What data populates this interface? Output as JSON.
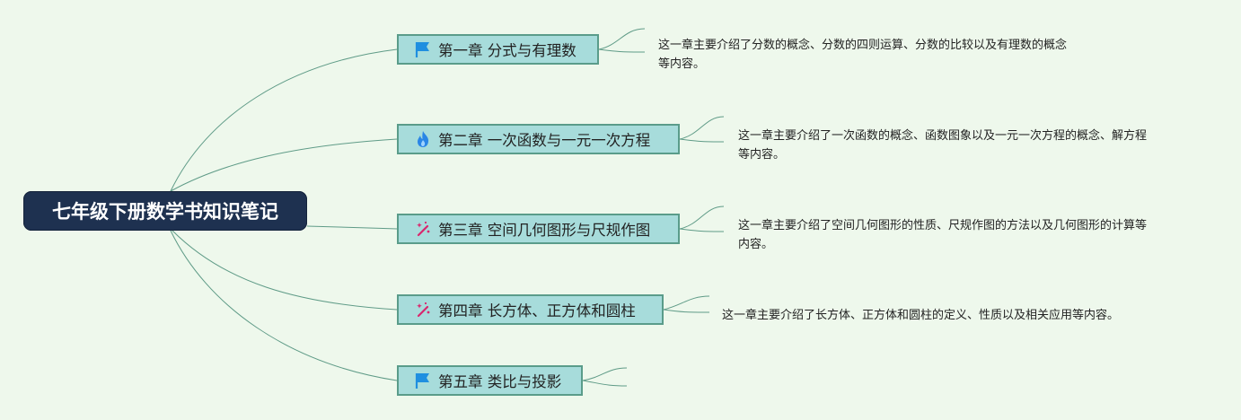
{
  "root": {
    "title": "七年级下册数学书知识笔记"
  },
  "chapters": [
    {
      "label": "第一章 分式与有理数",
      "icon": "flag-icon",
      "description": [
        "这一章主要介绍了分数的概念、分数的四则运算、分数的比较以及有理数的概念",
        "等内容。"
      ]
    },
    {
      "label": "第二章 一次函数与一元一次方程",
      "icon": "fire-icon",
      "description": [
        "这一章主要介绍了一次函数的概念、函数图象以及一元一次方程的概念、解方程",
        "等内容。"
      ]
    },
    {
      "label": "第三章 空间几何图形与尺规作图",
      "icon": "sparkle-wand-icon",
      "description": [
        "这一章主要介绍了空间几何图形的性质、尺规作图的方法以及几何图形的计算等",
        "内容。"
      ]
    },
    {
      "label": "第四章 长方体、正方体和圆柱",
      "icon": "sparkle-wand-icon",
      "description": [
        "这一章主要介绍了长方体、正方体和圆柱的定义、性质以及相关应用等内容。"
      ]
    },
    {
      "label": "第五章 类比与投影",
      "icon": "flag-icon",
      "description": []
    }
  ],
  "colors": {
    "background": "#eef8ec",
    "root_fill": "#1e3150",
    "chapter_fill": "#a7dcdb",
    "chapter_border": "#5a9c8a",
    "connector": "#5f9b87",
    "flag": "#1f8fe0",
    "fire": "#2a86e6",
    "wand": "#d8286e"
  }
}
